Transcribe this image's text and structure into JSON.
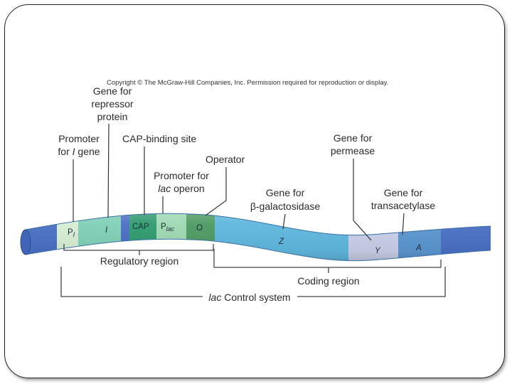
{
  "copyright": "Copyright © The McGraw-Hill Companies, Inc. Permission required for reproduction or display.",
  "labels": {
    "repressor_gene": [
      "Gene for",
      "repressor",
      "protein"
    ],
    "promoter_i": [
      "Promoter",
      "for ",
      "I",
      " gene"
    ],
    "cap_site": "CAP-binding site",
    "operator": "Operator",
    "promoter_lac": [
      "Promoter for",
      "lac",
      " operon"
    ],
    "galactosidase": [
      "Gene for",
      "β-galactosidase"
    ],
    "permease": [
      "Gene for",
      "permease"
    ],
    "transacetylase": [
      "Gene for",
      "transacetylase"
    ]
  },
  "segments": {
    "pi": {
      "main": "P",
      "sub": "I"
    },
    "i": "I",
    "cap": "CAP",
    "plac": {
      "main": "P",
      "sub": "lac"
    },
    "o": "O",
    "z": "Z",
    "y": "Y",
    "a": "A"
  },
  "regions": {
    "regulatory": "Regulatory region",
    "coding": "Coding region",
    "control": [
      "lac",
      " Control system"
    ]
  },
  "colors": {
    "tube_blue": "#5fb7dd",
    "pi_segment": "#d7eed3",
    "i_segment": "#7fcfb6",
    "cap_segment": "#2f9a6e",
    "plac_segment": "#9ed8b2",
    "o_segment": "#4e9a62",
    "y_segment": "#c9cfe8",
    "a_segment": "#5a95cf",
    "dark_band": "#4a6fc4"
  }
}
